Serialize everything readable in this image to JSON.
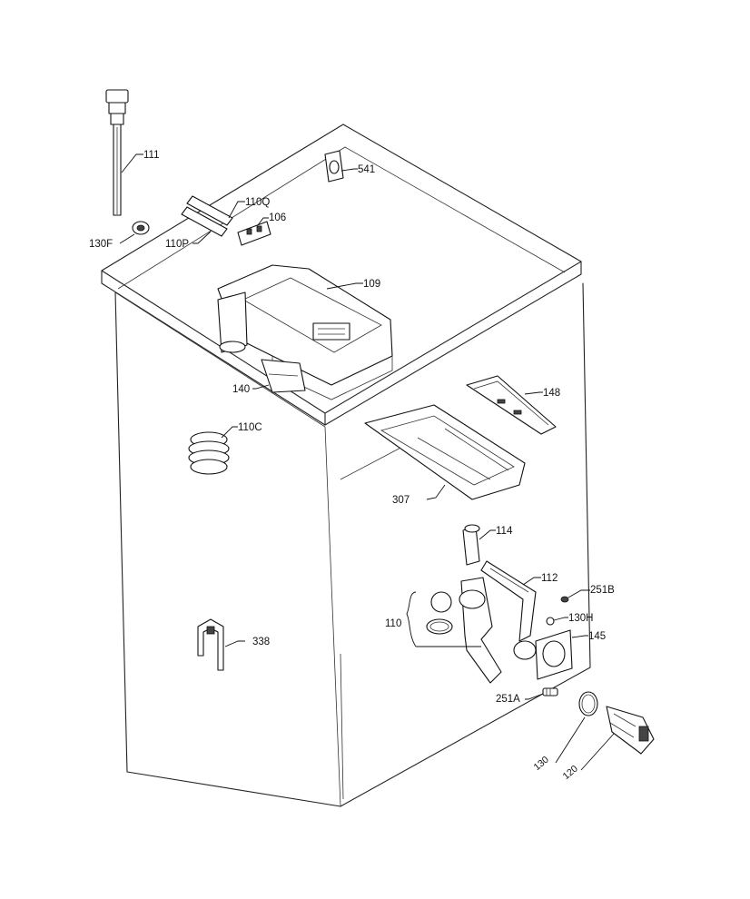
{
  "labels": {
    "p111": "111",
    "p541": "541",
    "p110Q": "110Q",
    "p106": "106",
    "p110P": "110P",
    "p130F": "130F",
    "p109": "109",
    "p140": "140",
    "p148": "148",
    "p110C": "110C",
    "p307": "307",
    "p114": "114",
    "p112": "112",
    "p251B": "251B",
    "p110": "110",
    "p130H": "130H",
    "p145": "145",
    "p338": "338",
    "p251A": "251A",
    "p130": "130",
    "p120": "120"
  }
}
